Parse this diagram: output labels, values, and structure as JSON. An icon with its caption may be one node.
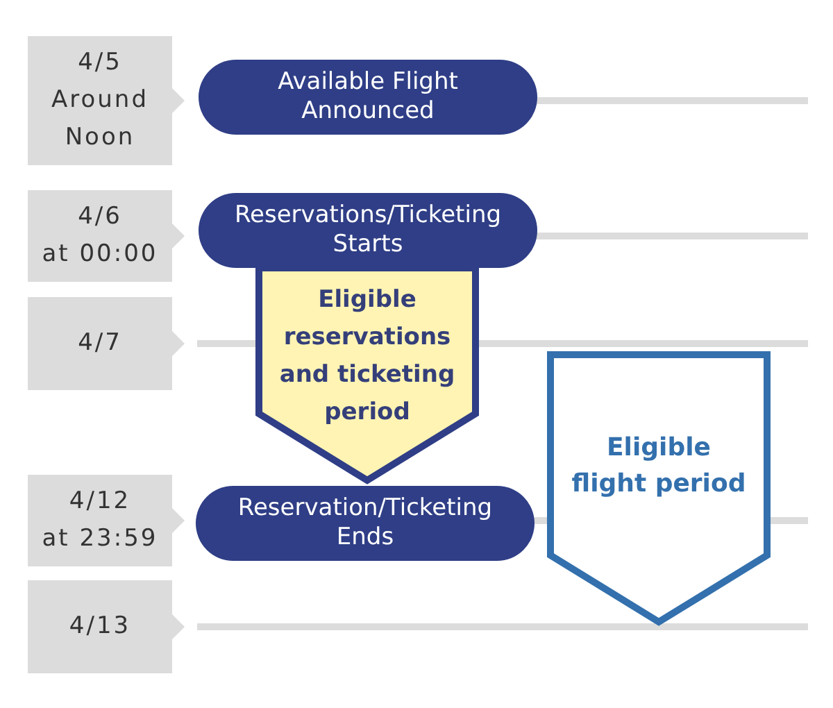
{
  "diagram": {
    "nodes": [
      {
        "text": [
          "4/5",
          "Around Noon"
        ]
      },
      {
        "text": [
          "Available Flight Announced"
        ]
      },
      {
        "text": [
          "4/6",
          "at 00:00"
        ]
      },
      {
        "text": [
          "Reservations/Ticketing Starts"
        ]
      },
      {
        "text": [
          "4/7"
        ]
      },
      {
        "text": [
          "Eligible flight period"
        ]
      },
      {
        "text": [
          "4/12",
          "at 23:59"
        ]
      },
      {
        "text": [
          "Reservation/Ticketing Ends"
        ]
      },
      {
        "text": [
          "4/13"
        ]
      }
    ],
    "edges": [
      {
        "from": 3,
        "to": 7,
        "arrow": "to",
        "label": "Eligible reservations and ticketing period",
        "style": "thick"
      }
    ]
  }
}
